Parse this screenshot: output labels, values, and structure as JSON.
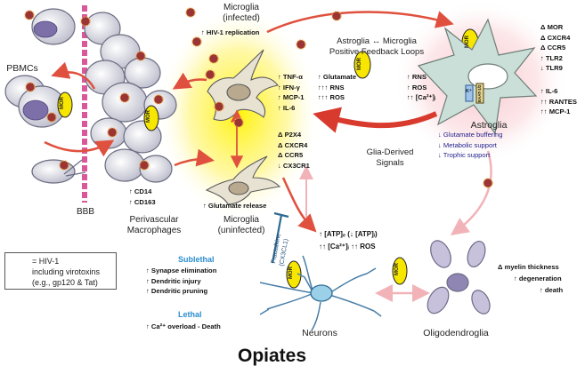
{
  "title": "Opiates",
  "microglia_infected": {
    "title": "Microglia",
    "subtitle": "(infected)",
    "effect": "↑ HIV-1 replication",
    "factors": [
      "↑ TNF-α",
      "↑ IFN-γ",
      "↑ MCP-1",
      "↑ IL-6"
    ],
    "factors2": [
      "↑ Glutamate",
      "↑↑↑ RNS",
      "↑↑↑ ROS"
    ]
  },
  "microglia_uninfected": {
    "title": "Microglia",
    "subtitle": "(uninfected)",
    "effect": "↑ Glutamate release",
    "receptors": [
      "Δ P2X4",
      "Δ CXCR4",
      "Δ CCR5",
      "↓ CX3CR1"
    ]
  },
  "feedback": {
    "line1": "Astroglia ↔ Microglia",
    "line2": "Positive Feedback Loops"
  },
  "astroglia": {
    "title": "Astroglia",
    "factors": [
      "↑ RNS",
      "↑ ROS",
      "↑↑ [Ca²⁺]ᵢ"
    ],
    "receptors": [
      "Δ MOR",
      "Δ CXCR4",
      "Δ CCR5",
      "↑ TLR2",
      "↓ TLR9"
    ],
    "cytokines": [
      "↑ IL-6",
      "↑↑ RANTES",
      "↑↑ MCP-1"
    ],
    "deficits": [
      "↓ Glutamate buffering",
      "↓ Metabolic support",
      "↓ Trophic support"
    ],
    "kir_label": "K⁺",
    "eaat_label": "EAAT-1/2"
  },
  "glia_signals": {
    "line1": "Glia-Derived",
    "line2": "Signals"
  },
  "pbmcs": "PBMCs",
  "bbb": "BBB",
  "macrophages": {
    "line1": "Perivascular",
    "line2": "Macrophages",
    "markers": [
      "↑ CD14",
      "↑ CD163"
    ]
  },
  "mor_label": "MOR",
  "fractalkine": {
    "line1": "Fractalkine",
    "line2": "(CX3CL1)"
  },
  "neuron_signals": {
    "line1": "↑ [ATP]ₑ (↓ [ATP]ᵢ)",
    "line2": "↑↑ [Ca²⁺]ᵢ ↑↑ ROS"
  },
  "sublethal": {
    "title": "Sublethal",
    "items": [
      "↑ Synapse elimination",
      "↑ Dendritic injury",
      "↑ Dendritic pruning"
    ]
  },
  "lethal": {
    "title": "Lethal",
    "item": "↑ Ca²⁺ overload - Death"
  },
  "neurons": "Neurons",
  "oligodendroglia": {
    "title": "Oligodendroglia",
    "effects": [
      "Δ myelin thickness",
      "↑ degeneration",
      "↑ death"
    ]
  },
  "legend": {
    "line1": "= HIV-1",
    "line2": "including virotoxins",
    "line3": "(e.g., gp120 & Tat)"
  },
  "colors": {
    "arrow_red": "#e0503e",
    "arrow_pink": "#f2b3b8",
    "bbb_line": "#d8589a",
    "halo_yellow": "#fff45a",
    "halo_pink": "#f6c0c8",
    "mor_yellow": "#f7e600",
    "heading_blue": "#2a8ecf"
  }
}
